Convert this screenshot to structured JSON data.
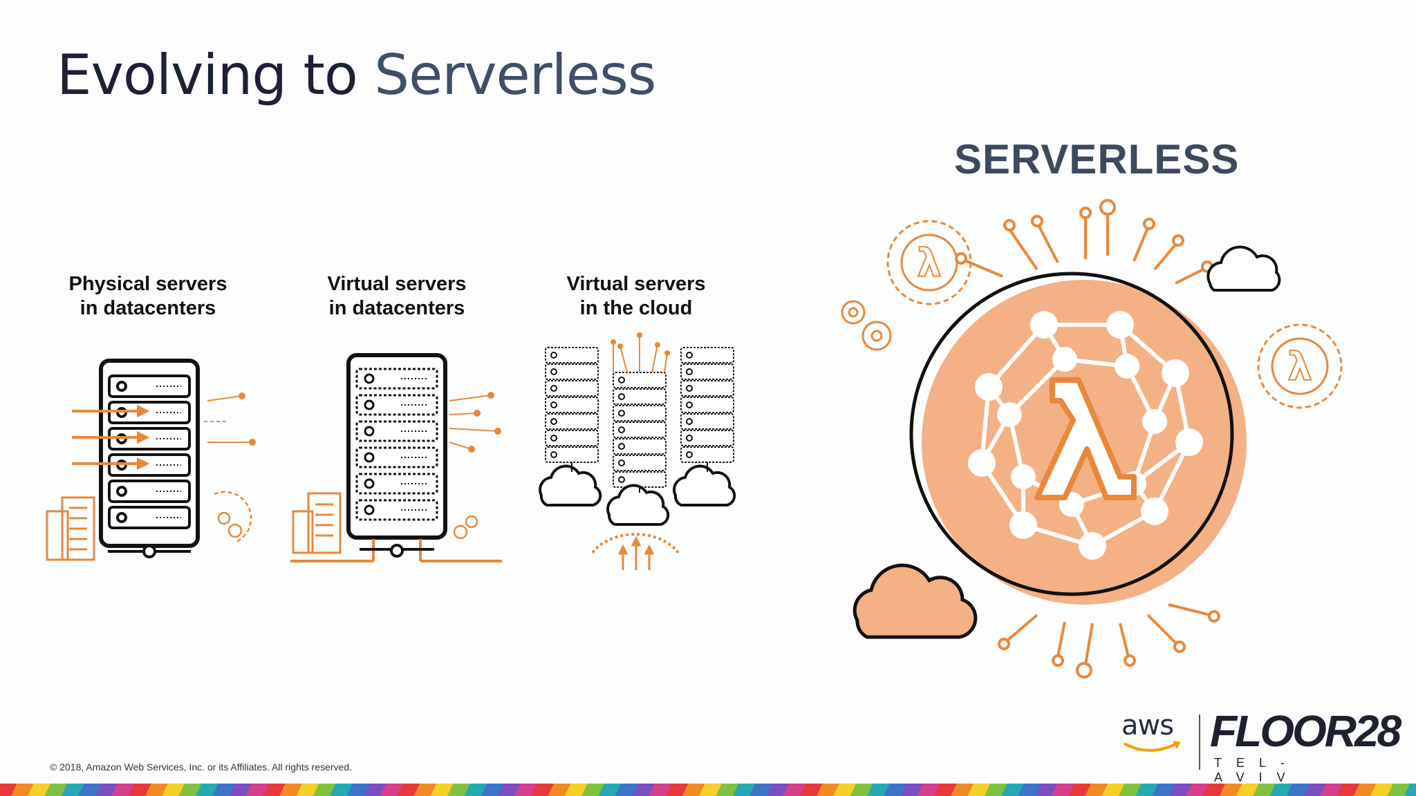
{
  "slide": {
    "title_main": "Evolving to ",
    "title_accent": "Serverless",
    "stages": [
      {
        "line1": "Physical servers",
        "line2": "in datacenters"
      },
      {
        "line1": "Virtual servers",
        "line2": "in datacenters"
      },
      {
        "line1": "Virtual servers",
        "line2": "in the cloud"
      }
    ],
    "serverless_label": "SERVERLESS",
    "copyright": "© 2018, Amazon Web Services, Inc. or its Affiliates. All rights reserved.",
    "aws_logo_text": "aws",
    "event_logo_name": "FLOOR28",
    "event_logo_city": "TEL-AVIV"
  },
  "icons": [
    "physical-server-rack-icon",
    "building-icon",
    "gear-icon",
    "virtual-server-rack-icon",
    "cloud-server-stack-icon",
    "cloud-icon",
    "lambda-sphere-icon",
    "lambda-icon",
    "circuit-icon"
  ],
  "colors": {
    "accent_orange": "#e8883a",
    "sphere_fill": "#f4b186",
    "title_dark": "#1b2236",
    "title_accent": "#3f4f67",
    "serverless_label": "#3b4a5e"
  }
}
